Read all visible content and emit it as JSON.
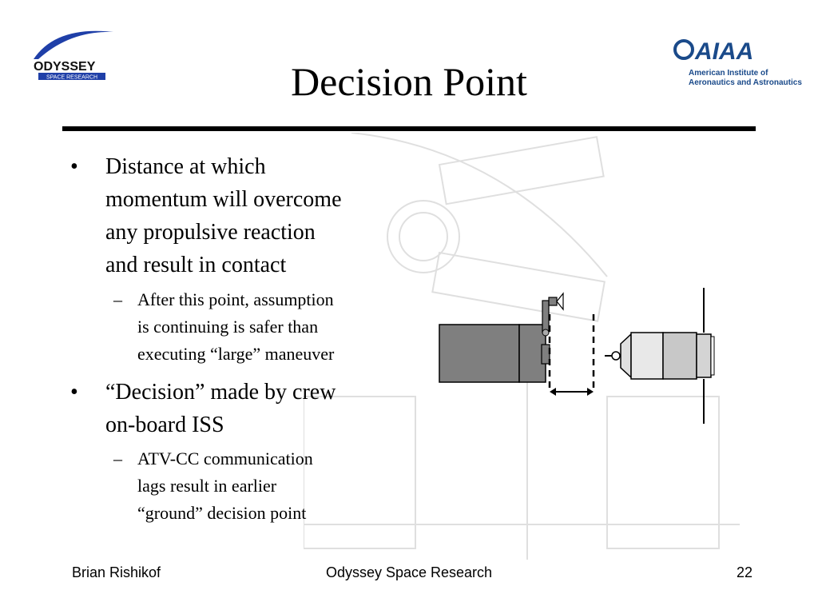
{
  "slide": {
    "title": "Decision Point",
    "bullets": [
      {
        "mark": "•",
        "lines": [
          "Distance at which",
          "momentum will overcome",
          "any propulsive reaction",
          "and result in contact"
        ],
        "subs": [
          {
            "mark": "–",
            "lines": [
              "After this point, assumption",
              "is continuing is safer than",
              "executing “large” maneuver"
            ]
          }
        ]
      },
      {
        "mark": "•",
        "lines": [
          "“Decision” made by crew",
          "on-board ISS"
        ],
        "subs": [
          {
            "mark": "–",
            "lines": [
              "ATV-CC communication",
              "lags result in earlier",
              "“ground” decision point"
            ]
          }
        ]
      }
    ]
  },
  "logos": {
    "odyssey": {
      "word": "ODYSSEY",
      "sub": "SPACE RESEARCH"
    },
    "aiaa": {
      "word": "AIAA",
      "line1": "American Institute of",
      "line2": "Aeronautics and Astronautics"
    }
  },
  "footer": {
    "author": "Brian Rishikof",
    "org": "Odyssey Space Research",
    "page": "22"
  },
  "colors": {
    "logo_blue": "#1f3fa8",
    "aiaa_blue": "#1a4a8a",
    "station_gray": "#7f7f7f",
    "vehicle_gray": "#d4d4d4"
  }
}
